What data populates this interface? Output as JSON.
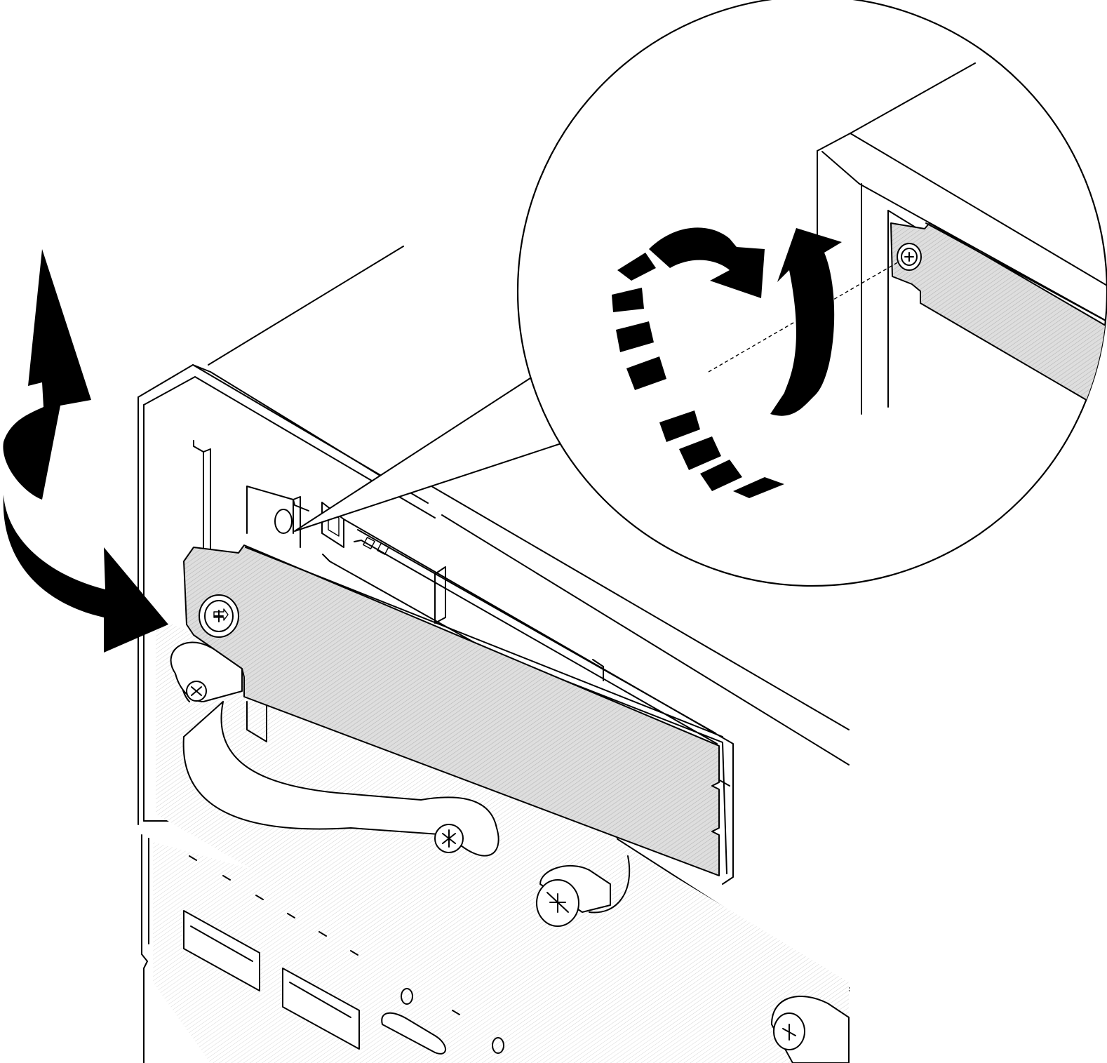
{
  "figure": {
    "background": "#ffffff",
    "line_color": "#000000",
    "plate_fill": "#dcdcdc",
    "hatch_color": "#b8b8b8",
    "parts": {
      "server_chassis": "server-chassis",
      "filler_plate": "m2-filler-plate",
      "captive_screw": "screw-icon",
      "rotation_arrow": "rotate-arrow-icon",
      "detail_callout": "magnified-callout",
      "io_ports": "rear-io-ports"
    }
  }
}
